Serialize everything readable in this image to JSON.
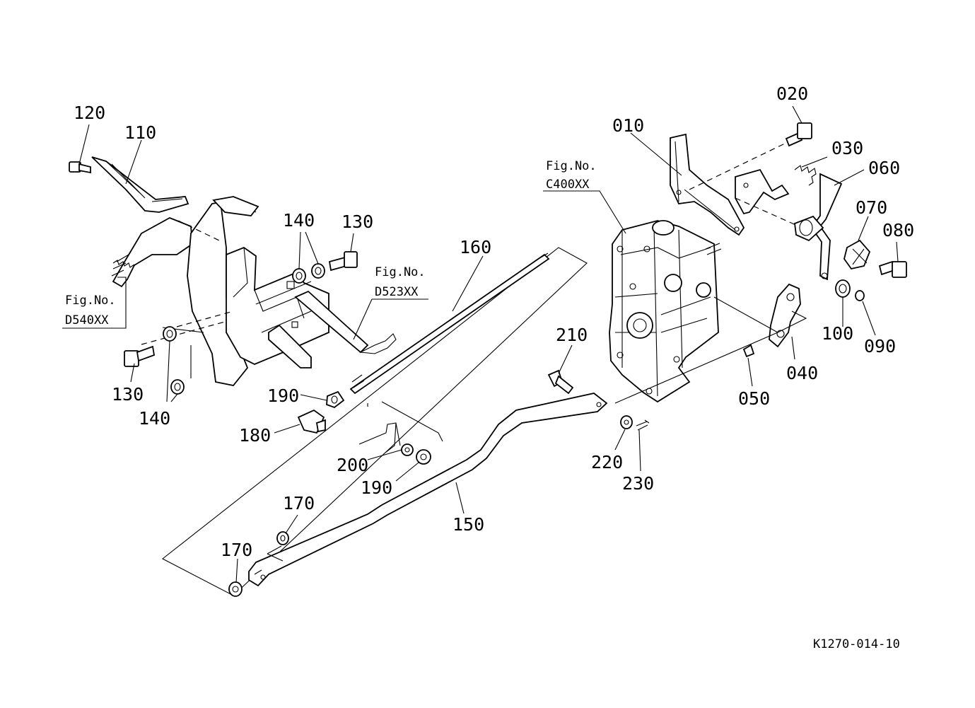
{
  "drawing_code": "K1270-014-10",
  "figure_refs": [
    {
      "id": "fig-d540",
      "line1": "Fig.No.",
      "line2": "D540XX"
    },
    {
      "id": "fig-d523",
      "line1": "Fig.No.",
      "line2": "D523XX"
    },
    {
      "id": "fig-c400",
      "line1": "Fig.No.",
      "line2": "C400XX"
    }
  ],
  "part_labels": [
    "010",
    "020",
    "030",
    "040",
    "050",
    "060",
    "070",
    "080",
    "090",
    "100",
    "110",
    "120",
    "130",
    "130",
    "140",
    "140",
    "150",
    "160",
    "170",
    "170",
    "180",
    "190",
    "190",
    "200",
    "210",
    "220",
    "230"
  ]
}
